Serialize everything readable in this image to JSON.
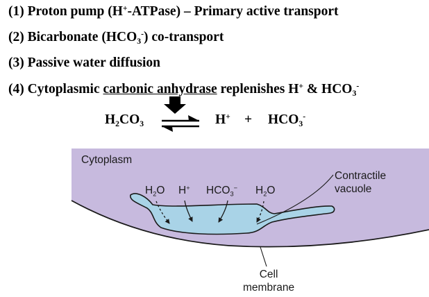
{
  "steps": [
    {
      "num": "(1)",
      "pre": "Proton pump (H",
      "sup": "+",
      "post": "-ATPase) – Primary active transport"
    },
    {
      "num": "(2)",
      "pre": "Bicarbonate (HCO",
      "sub": "3",
      "sup": "-",
      "post": ") co-transport"
    },
    {
      "num": "(3)",
      "text": "Passive water diffusion"
    },
    {
      "num": "(4)",
      "pre": "Cytoplasmic ",
      "underlined": "carbonic anhydrase",
      "post": " replenishes H",
      "sup1": "+",
      "amp": " & HCO",
      "sub": "3",
      "sup2": "-"
    }
  ],
  "equation": {
    "left": {
      "a": "H",
      "sub1": "2",
      "b": "CO",
      "sub2": "3"
    },
    "h": "H",
    "h_sup": "+",
    "plus": "+",
    "hco3": "HCO",
    "hco3_sub": "3",
    "hco3_sup": "-"
  },
  "diagram": {
    "cytoplasm_label": "Cytoplasm",
    "contractile_vacuole_label": [
      "Contractile",
      "vacuole"
    ],
    "cell_membrane_label": [
      "Cell",
      "membrane"
    ],
    "molecules": {
      "h2o_left": {
        "a": "H",
        "sub": "2",
        "b": "O"
      },
      "h_plus": {
        "a": "H",
        "sup": "+"
      },
      "hco3": {
        "a": "HCO",
        "sub": "3",
        "sup": "−"
      },
      "h2o_right": {
        "a": "H",
        "sub": "2",
        "b": "O"
      }
    }
  },
  "colors": {
    "cytoplasm_fill": "#c7bade",
    "vacuole_fill": "#a9d3e7",
    "outline": "#1a1a1a"
  }
}
